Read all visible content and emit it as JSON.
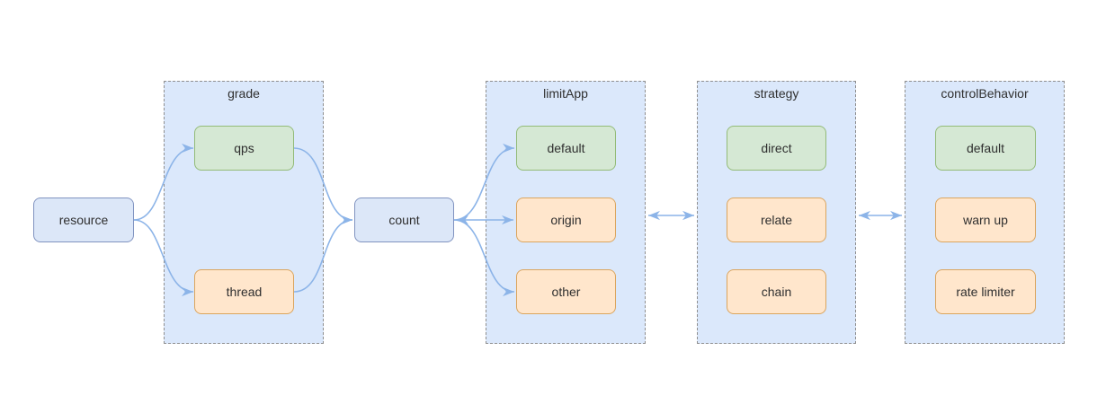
{
  "diagram": {
    "title": "flow-rule-structure-diagram",
    "resource": {
      "label": "resource"
    },
    "count": {
      "label": "count"
    },
    "groups": [
      {
        "title": "grade",
        "items": [
          {
            "label": "qps",
            "kind": "green"
          },
          {
            "label": "thread",
            "kind": "orange"
          }
        ]
      },
      {
        "title": "limitApp",
        "items": [
          {
            "label": "default",
            "kind": "green"
          },
          {
            "label": "origin",
            "kind": "orange"
          },
          {
            "label": "other",
            "kind": "orange"
          }
        ]
      },
      {
        "title": "strategy",
        "items": [
          {
            "label": "direct",
            "kind": "green"
          },
          {
            "label": "relate",
            "kind": "orange"
          },
          {
            "label": "chain",
            "kind": "orange"
          }
        ]
      },
      {
        "title": "controlBehavior",
        "items": [
          {
            "label": "default",
            "kind": "green"
          },
          {
            "label": "warn up",
            "kind": "orange"
          },
          {
            "label": "rate limiter",
            "kind": "orange"
          }
        ]
      }
    ],
    "colors": {
      "container_fill": "#dbe8fb",
      "container_border": "#8f8f8f",
      "blue_node_fill": "#dce7f8",
      "blue_node_border": "#8093c0",
      "green_node_fill": "#d5e8d4",
      "green_node_border": "#93bb78",
      "orange_node_fill": "#ffe6cc",
      "orange_node_border": "#dba55e",
      "arrow": "#8cb4e8",
      "text": "#2f2f2f"
    }
  }
}
